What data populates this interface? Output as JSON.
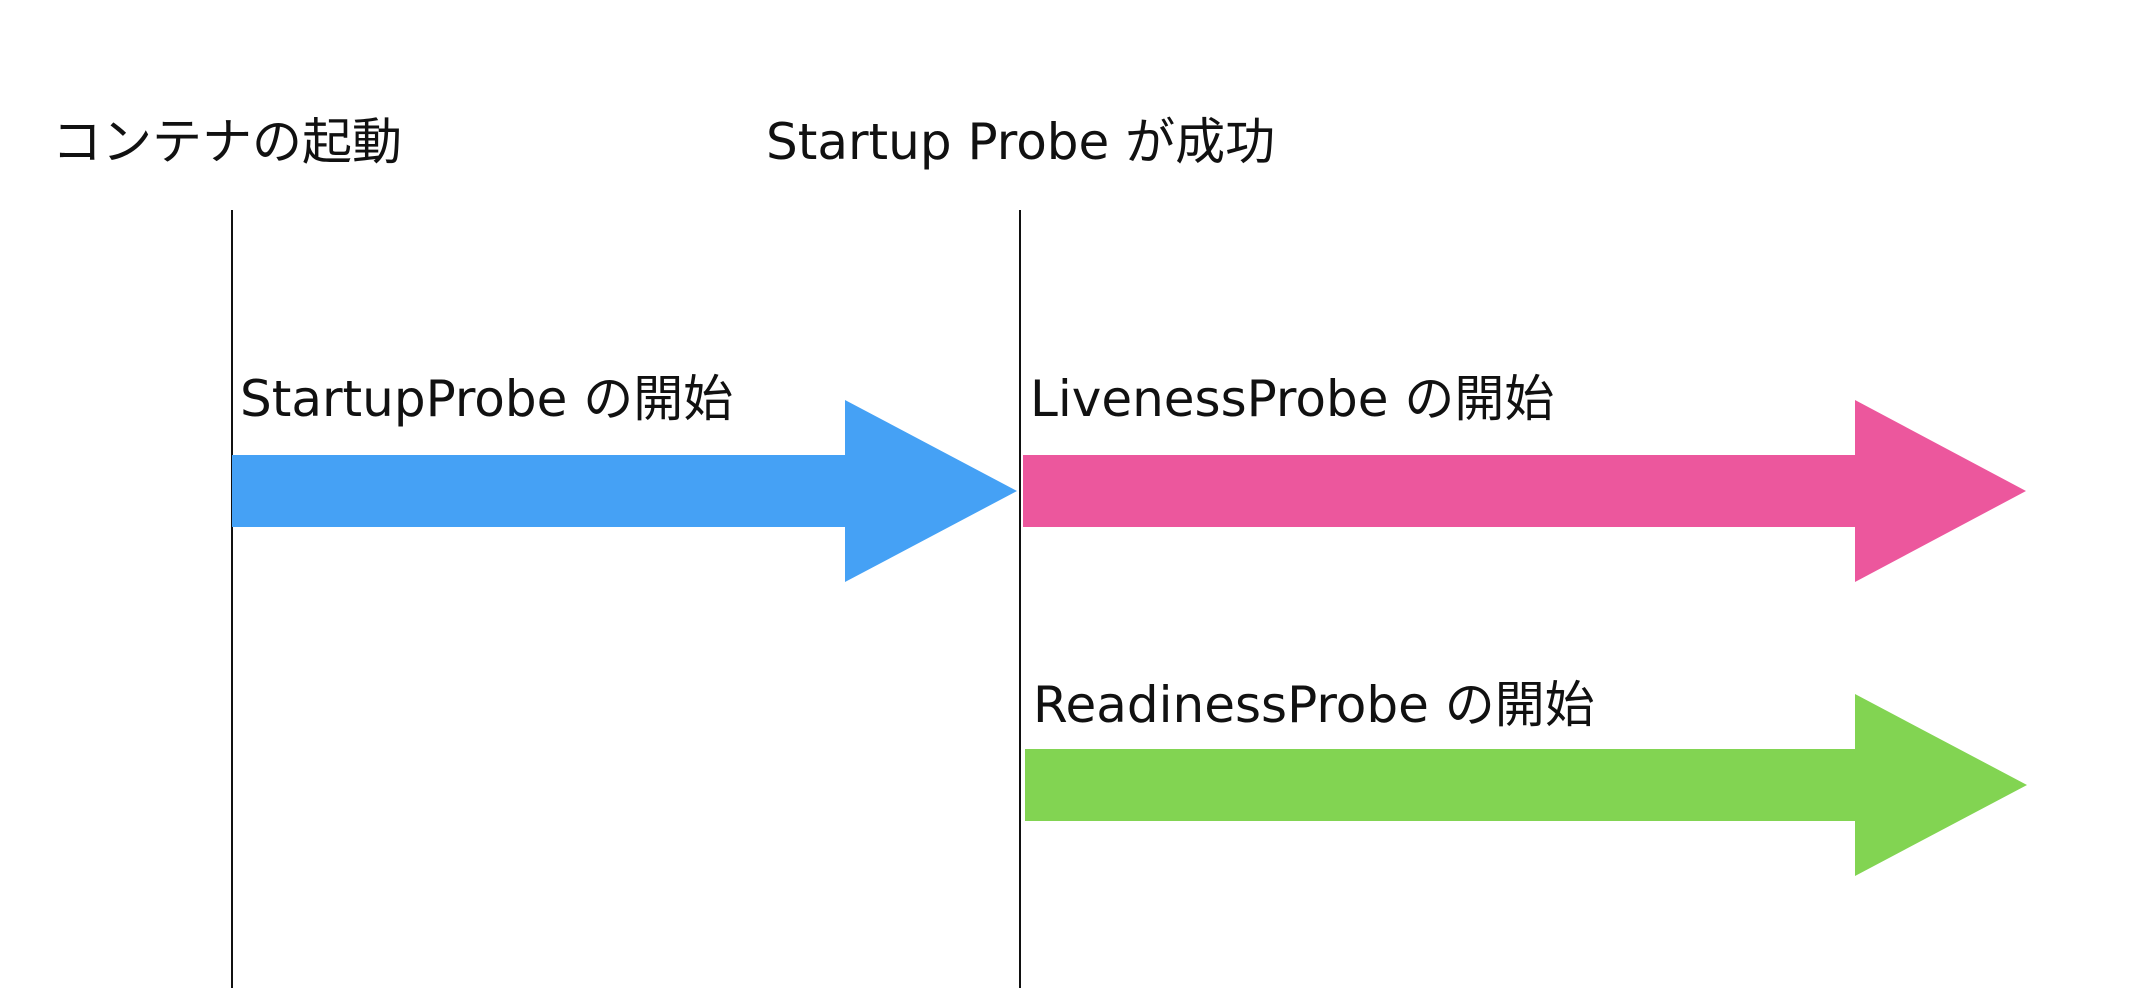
{
  "milestones": [
    {
      "id": "container-start",
      "label": "コンテナの起動"
    },
    {
      "id": "startup-success",
      "label": "Startup Probe が成功"
    }
  ],
  "probes": [
    {
      "id": "startup",
      "label": "StartupProbe の開始",
      "color": "#45A1F5"
    },
    {
      "id": "liveness",
      "label": "LivenessProbe の開始",
      "color": "#EC579D"
    },
    {
      "id": "readiness",
      "label": "ReadinessProbe の開始",
      "color": "#82D452"
    }
  ],
  "colors": {
    "line": "#111111",
    "background": "#FFFFFF"
  }
}
